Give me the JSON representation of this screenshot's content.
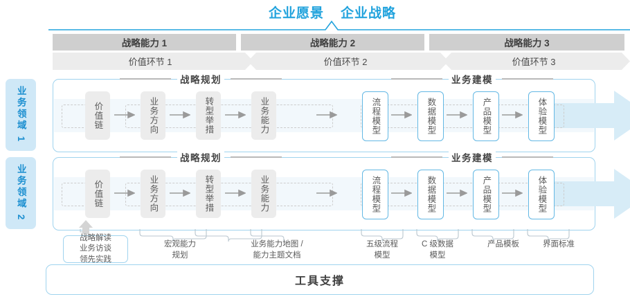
{
  "header": {
    "titles": [
      "企业愿景",
      "企业战略"
    ],
    "accent_color": "#22a3dd"
  },
  "capabilities": [
    {
      "label": "战略能力 1"
    },
    {
      "label": "战略能力 2"
    },
    {
      "label": "战略能力 3"
    }
  ],
  "value_chain": [
    {
      "label": "价值环节 1"
    },
    {
      "label": "价值环节 2"
    },
    {
      "label": "价值环节 3"
    }
  ],
  "domains": [
    {
      "side_label": "业务领域 1",
      "sections": [
        {
          "title": "战略规划"
        },
        {
          "title": "业务建模"
        }
      ],
      "nodes": [
        {
          "label": "价值链",
          "style": "gray"
        },
        {
          "label": "业务方向",
          "style": "gray"
        },
        {
          "label": "转型举措",
          "style": "gray"
        },
        {
          "label": "业务能力",
          "style": "gray"
        },
        {
          "label": "流程模型",
          "style": "blue"
        },
        {
          "label": "数据模型",
          "style": "blue"
        },
        {
          "label": "产品模型",
          "style": "blue"
        },
        {
          "label": "体验模型",
          "style": "blue"
        }
      ]
    },
    {
      "side_label": "业务领域 2",
      "sections": [
        {
          "title": "战略规划"
        },
        {
          "title": "业务建模"
        }
      ],
      "nodes": [
        {
          "label": "价值链",
          "style": "gray"
        },
        {
          "label": "业务方向",
          "style": "gray"
        },
        {
          "label": "转型举措",
          "style": "gray"
        },
        {
          "label": "业务能力",
          "style": "gray"
        },
        {
          "label": "流程模型",
          "style": "blue"
        },
        {
          "label": "数据模型",
          "style": "blue"
        },
        {
          "label": "产品模型",
          "style": "blue"
        },
        {
          "label": "体验模型",
          "style": "blue"
        }
      ]
    }
  ],
  "deliverables": {
    "input_box": "战略解读\n业务访谈\n领先实践",
    "input_box_lines": [
      "战略解读",
      "业务访谈",
      "领先实践"
    ],
    "items": [
      {
        "lines": [
          "宏观能力",
          "规划"
        ]
      },
      {
        "lines": [
          "业务能力地图 /",
          "能力主题文档"
        ]
      },
      {
        "lines": [
          "五级流程",
          "模型"
        ]
      },
      {
        "lines": [
          "C 级数据",
          "模型"
        ]
      },
      {
        "lines": [
          "产品模板"
        ]
      },
      {
        "lines": [
          "界面标准"
        ]
      }
    ]
  },
  "footer": {
    "title": "工具支撑"
  },
  "colors": {
    "accent": "#22a3dd",
    "band_border": "#9fd3ee",
    "side_bg": "#cfe8f7",
    "cap_bar": "#cfcfcf",
    "vc_bar": "#ececec",
    "node_gray": "#ececec",
    "node_blue_border": "#63b8e4",
    "stripe": "#f2f8fc"
  }
}
